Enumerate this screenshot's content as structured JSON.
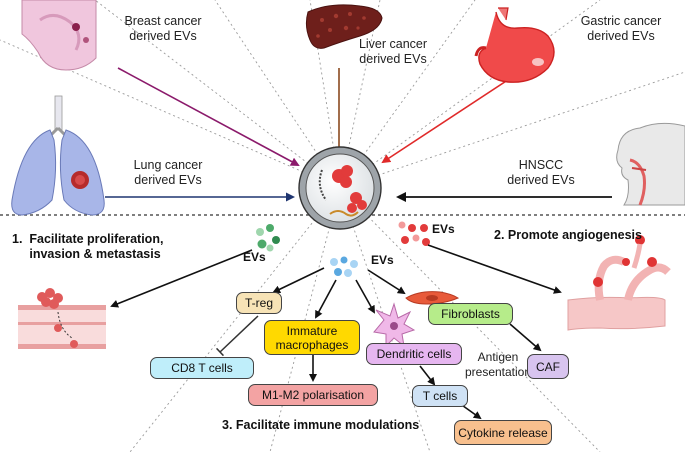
{
  "sources": {
    "breast": "Breast cancer\nderived EVs",
    "liver": "Liver cancer\nderived EVs",
    "gastric": "Gastric cancer\nderived EVs",
    "lung": "Lung cancer\nderived EVs",
    "hnscc": "HNSCC\nderived EVs"
  },
  "effects": {
    "proliferation": "1.  Facilitate proliferation,\n     invasion & metastasis",
    "angiogenesis": "2. Promote angiogenesis",
    "immune": "3. Facilitate immune modulations"
  },
  "ev_label": "EVs",
  "cells": {
    "treg": "T-reg",
    "cd8": "CD8 T cells",
    "macrophages": "Immature\nmacrophages",
    "polarisation": "M1-M2 polarisation",
    "dendritic": "Dendritic cells",
    "antigen": "Antigen\npresentation",
    "tcells": "T cells",
    "cytokine": "Cytokine release",
    "fibroblasts": "Fibroblasts",
    "caf": "CAF"
  },
  "colors": {
    "breast_arrow": "#8b1a6b",
    "liver_arrow": "#8b4a1f",
    "gastric_arrow": "#e02a2a",
    "lung_arrow": "#1f3570",
    "hnscc_arrow": "#111111",
    "treg_box": "#f7e3b6",
    "cd8_box": "#bfeefa",
    "macrophage_box": "#ffd900",
    "polarisation_box": "#f3a3a3",
    "dendritic_box": "#e6b6f0",
    "tcells_box": "#cfe2f5",
    "cytokine_box": "#f8c08e",
    "fibroblast_box": "#b6ec8a",
    "caf_box": "#d8c4ef"
  }
}
